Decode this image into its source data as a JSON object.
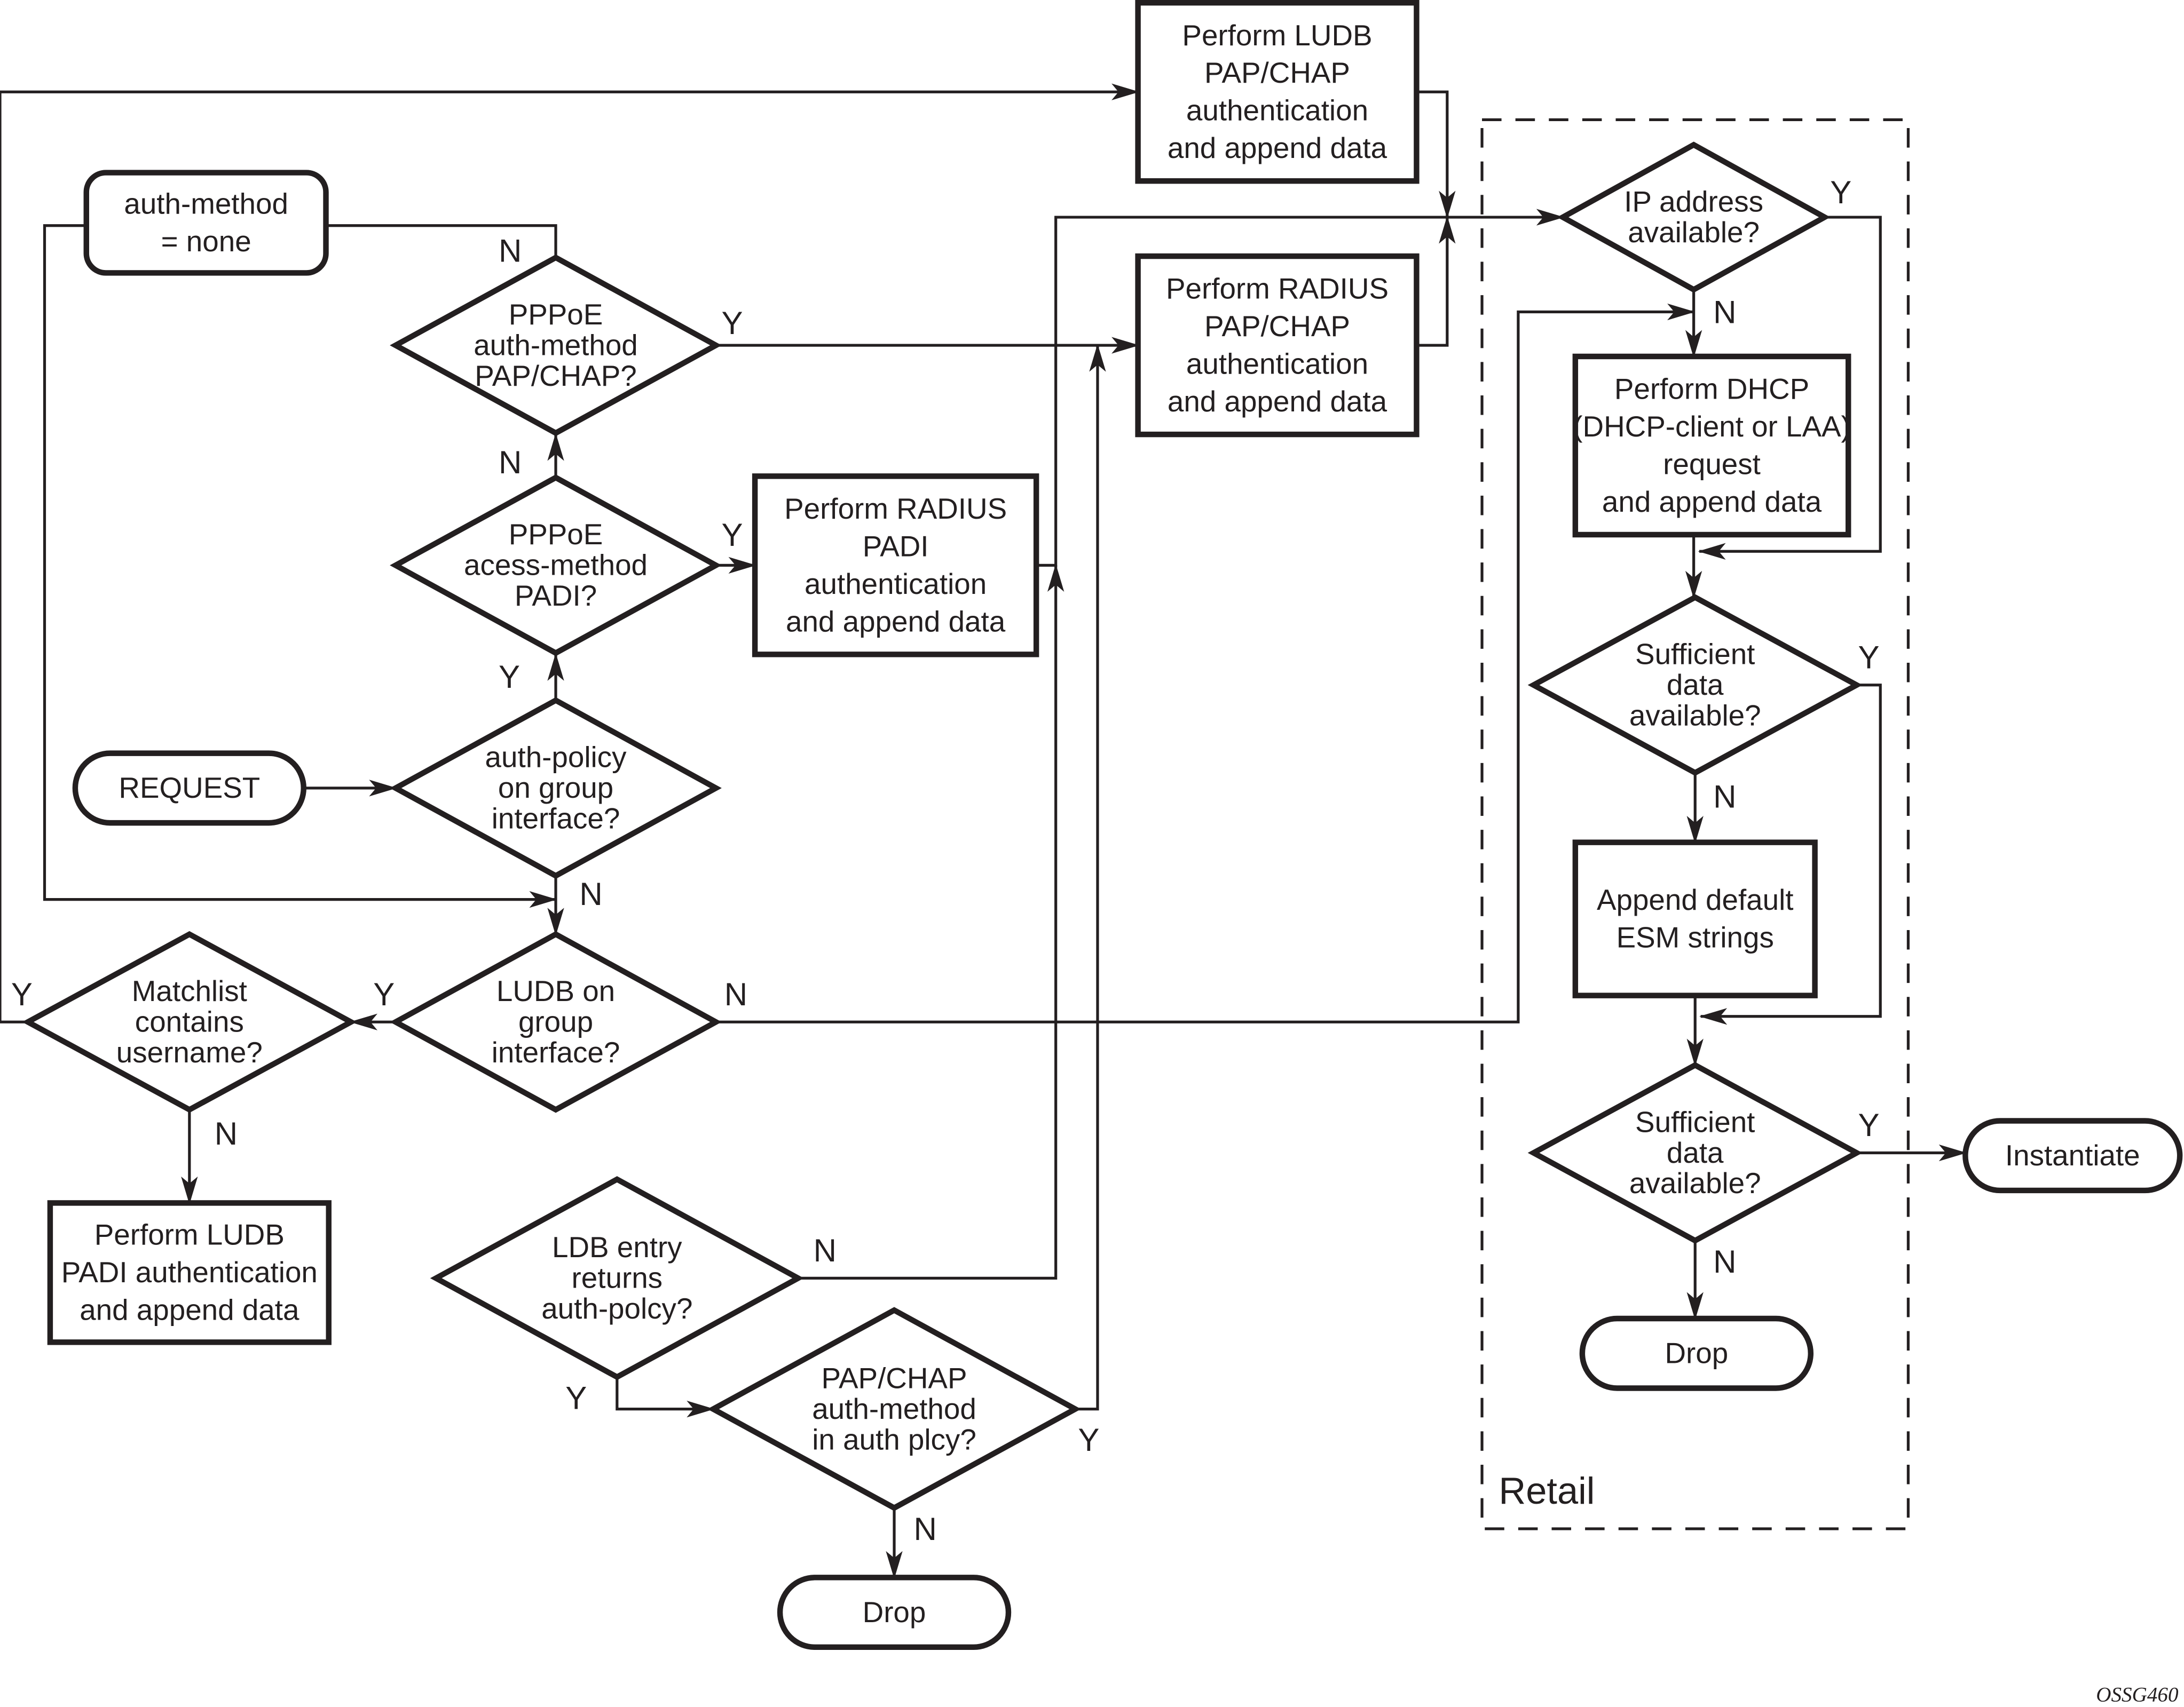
{
  "diagram": {
    "figure_id": "OSSG460",
    "region_label": "Retail",
    "nodes": [
      {
        "id": "ludb-papchap",
        "type": "process",
        "lines": [
          "Perform LUDB",
          "PAP/CHAP",
          "authentication",
          "and append data"
        ]
      },
      {
        "id": "auth-none",
        "type": "terminal-rect",
        "lines": [
          "auth-method",
          "= none"
        ]
      },
      {
        "id": "pppoe-papchap",
        "type": "decision",
        "lines": [
          "PPPoE",
          "auth-method",
          "PAP/CHAP?"
        ]
      },
      {
        "id": "radius-papchap",
        "type": "process",
        "lines": [
          "Perform RADIUS",
          "PAP/CHAP",
          "authentication",
          "and append data"
        ]
      },
      {
        "id": "pppoe-padi",
        "type": "decision",
        "lines": [
          "PPPoE",
          "acess-method",
          "PADI?"
        ]
      },
      {
        "id": "radius-padi",
        "type": "process",
        "lines": [
          "Perform RADIUS",
          "PADI",
          "authentication",
          "and append data"
        ]
      },
      {
        "id": "request",
        "type": "terminal",
        "lines": [
          "REQUEST"
        ]
      },
      {
        "id": "auth-policy",
        "type": "decision",
        "lines": [
          "auth-policy",
          "on group",
          "interface?"
        ]
      },
      {
        "id": "matchlist",
        "type": "decision",
        "lines": [
          "Matchlist",
          "contains",
          "username?"
        ]
      },
      {
        "id": "ludb-group",
        "type": "decision",
        "lines": [
          "LUDB on",
          "group",
          "interface?"
        ]
      },
      {
        "id": "ludb-padi",
        "type": "process",
        "lines": [
          "Perform LUDB",
          "PADI authentication",
          "and append data"
        ]
      },
      {
        "id": "ldb-entry",
        "type": "decision",
        "lines": [
          "LDB entry",
          "returns",
          "auth-polcy?"
        ]
      },
      {
        "id": "papchap-plcy",
        "type": "decision",
        "lines": [
          "PAP/CHAP",
          "auth-method",
          "in auth plcy?"
        ]
      },
      {
        "id": "drop-1",
        "type": "terminal",
        "lines": [
          "Drop"
        ]
      },
      {
        "id": "ip-avail",
        "type": "decision",
        "lines": [
          "IP address",
          "available?"
        ]
      },
      {
        "id": "dhcp",
        "type": "process",
        "lines": [
          "Perform DHCP",
          "(DHCP-client or LAA)",
          "request",
          "and append data"
        ]
      },
      {
        "id": "sufficient-1",
        "type": "decision",
        "lines": [
          "Sufficient",
          "data",
          "available?"
        ]
      },
      {
        "id": "append-default",
        "type": "process",
        "lines": [
          "Append default",
          "ESM strings"
        ]
      },
      {
        "id": "sufficient-2",
        "type": "decision",
        "lines": [
          "Sufficient",
          "data",
          "available?"
        ]
      },
      {
        "id": "instantiate",
        "type": "terminal",
        "lines": [
          "Instantiate"
        ]
      },
      {
        "id": "drop-2",
        "type": "terminal",
        "lines": [
          "Drop"
        ]
      }
    ],
    "branch_labels": [
      {
        "for": "auth-none-to-pppoe",
        "text": "N"
      },
      {
        "for": "pppoe-papchap-yes",
        "text": "Y"
      },
      {
        "for": "pppoe-padi-no",
        "text": "N"
      },
      {
        "for": "pppoe-padi-yes",
        "text": "Y"
      },
      {
        "for": "auth-policy-yes",
        "text": "Y"
      },
      {
        "for": "auth-policy-no",
        "text": "N"
      },
      {
        "for": "ludb-group-yes",
        "text": "Y"
      },
      {
        "for": "ludb-group-no",
        "text": "N"
      },
      {
        "for": "matchlist-yes",
        "text": "Y"
      },
      {
        "for": "matchlist-no",
        "text": "N"
      },
      {
        "for": "ldb-entry-no",
        "text": "N"
      },
      {
        "for": "ldb-entry-yes",
        "text": "Y"
      },
      {
        "for": "papchap-plcy-yes",
        "text": "Y"
      },
      {
        "for": "papchap-plcy-no",
        "text": "N"
      },
      {
        "for": "ip-avail-yes",
        "text": "Y"
      },
      {
        "for": "ip-avail-no",
        "text": "N"
      },
      {
        "for": "sufficient-1-yes",
        "text": "Y"
      },
      {
        "for": "sufficient-1-no",
        "text": "N"
      },
      {
        "for": "sufficient-2-yes",
        "text": "Y"
      },
      {
        "for": "sufficient-2-no",
        "text": "N"
      }
    ]
  }
}
